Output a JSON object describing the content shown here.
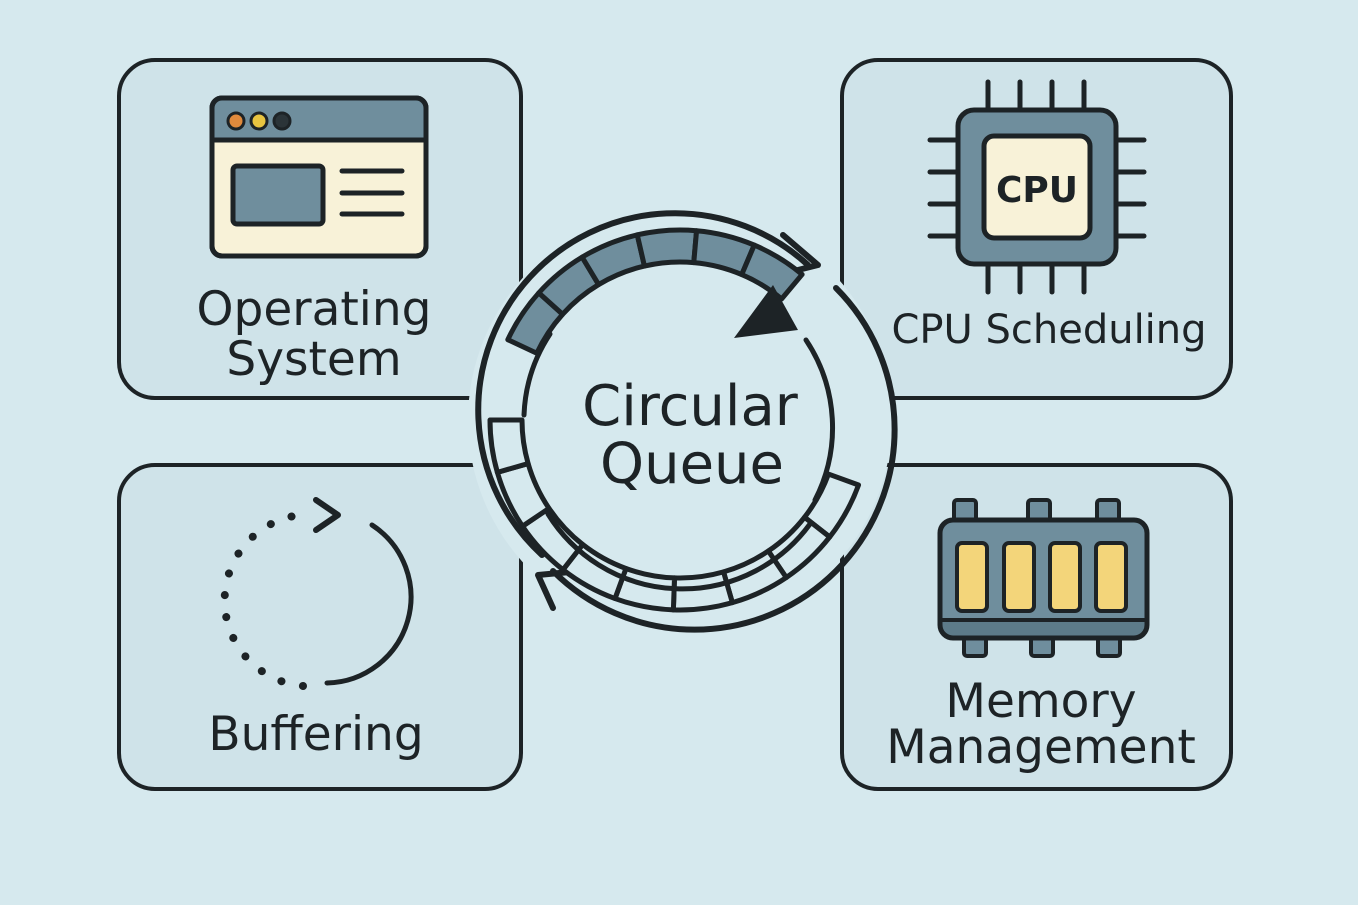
{
  "center": {
    "title_line1": "Circular",
    "title_line2": "Queue"
  },
  "cards": {
    "os": {
      "label_line1": "Operating",
      "label_line2": "System",
      "icon": "browser-window-icon"
    },
    "cpu": {
      "label": "CPU Scheduling",
      "chip_text": "CPU",
      "icon": "cpu-chip-icon"
    },
    "buffering": {
      "label": "Buffering",
      "icon": "dotted-cycle-arrow-icon"
    },
    "memory": {
      "label_line1": "Memory",
      "label_line2": "Management",
      "icon": "memory-module-icon"
    }
  },
  "colors": {
    "background": "#d6e9ee",
    "card": "#cfe3e9",
    "stroke": "#1d2326",
    "slate": "#6f8e9d",
    "cream": "#f8f2d8",
    "gold": "#f3d57a",
    "dot_orange": "#e08a3c",
    "dot_yellow": "#e8c440"
  }
}
